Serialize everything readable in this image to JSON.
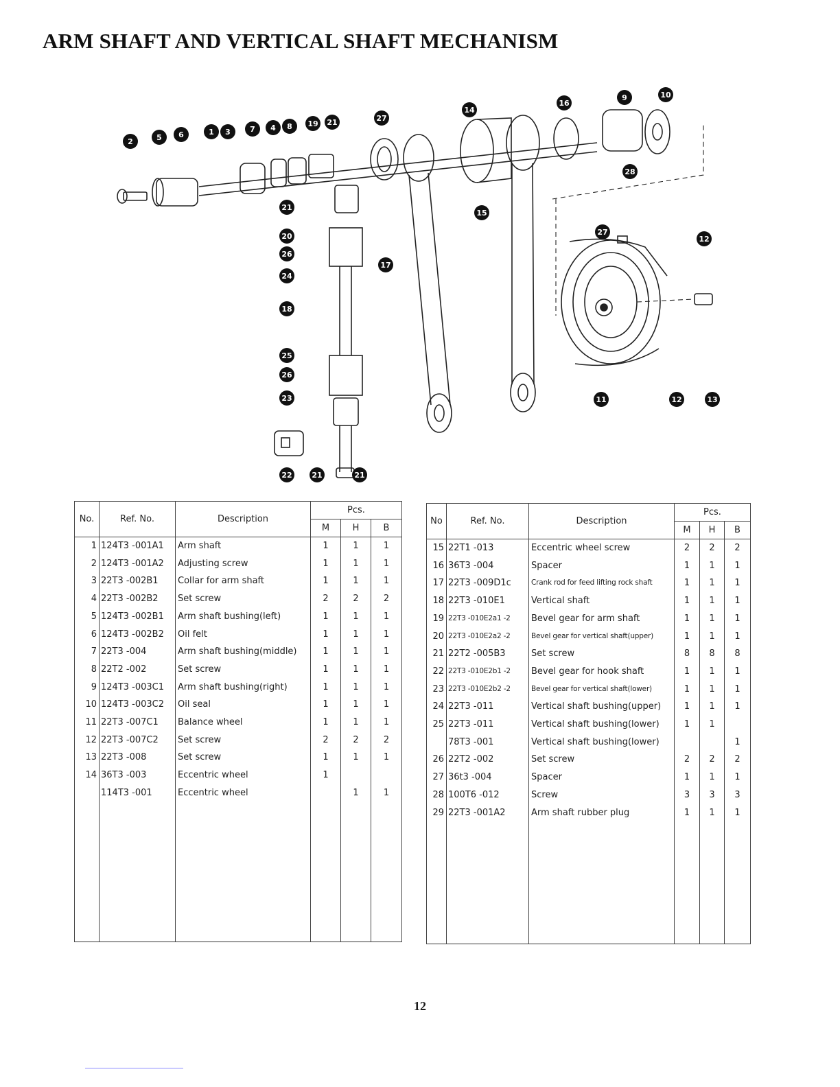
{
  "page": {
    "title": "ARM SHAFT AND VERTICAL SHAFT MECHANISM",
    "page_number": "12"
  },
  "figure": {
    "callouts": [
      "2",
      "5",
      "6",
      "1",
      "3",
      "7",
      "4",
      "8",
      "19",
      "21",
      "27",
      "14",
      "16",
      "9",
      "10",
      "28",
      "15",
      "21",
      "20",
      "26",
      "24",
      "17",
      "18",
      "25",
      "26",
      "23",
      "22",
      "21",
      "21",
      "27",
      "12",
      "11",
      "12",
      "13"
    ]
  },
  "table_headers": {
    "no": "No.",
    "no_right": "No",
    "ref": "Ref. No.",
    "description": "Description",
    "pcs": "Pcs.",
    "m": "M",
    "h": "H",
    "b": "B"
  },
  "parts_left": [
    {
      "no": "1",
      "ref": "124T3 -001A1",
      "desc": "Arm shaft",
      "m": "1",
      "h": "1",
      "b": "1"
    },
    {
      "no": "2",
      "ref": "124T3 -001A2",
      "desc": "Adjusting screw",
      "m": "1",
      "h": "1",
      "b": "1"
    },
    {
      "no": "3",
      "ref": "22T3 -002B1",
      "desc": "Collar for arm shaft",
      "m": "1",
      "h": "1",
      "b": "1"
    },
    {
      "no": "4",
      "ref": "22T3 -002B2",
      "desc": "Set screw",
      "m": "2",
      "h": "2",
      "b": "2"
    },
    {
      "no": "5",
      "ref": "124T3 -002B1",
      "desc": "Arm shaft bushing(left)",
      "m": "1",
      "h": "1",
      "b": "1"
    },
    {
      "no": "6",
      "ref": "124T3 -002B2",
      "desc": "Oil felt",
      "m": "1",
      "h": "1",
      "b": "1"
    },
    {
      "no": "7",
      "ref": "22T3 -004",
      "desc": "Arm shaft bushing(middle)",
      "m": "1",
      "h": "1",
      "b": "1"
    },
    {
      "no": "8",
      "ref": "22T2 -002",
      "desc": "Set screw",
      "m": "1",
      "h": "1",
      "b": "1"
    },
    {
      "no": "9",
      "ref": "124T3 -003C1",
      "desc": "Arm shaft bushing(right)",
      "m": "1",
      "h": "1",
      "b": "1"
    },
    {
      "no": "10",
      "ref": "124T3 -003C2",
      "desc": "Oil seal",
      "m": "1",
      "h": "1",
      "b": "1"
    },
    {
      "no": "11",
      "ref": "22T3 -007C1",
      "desc": "Balance wheel",
      "m": "1",
      "h": "1",
      "b": "1"
    },
    {
      "no": "12",
      "ref": "22T3 -007C2",
      "desc": "Set screw",
      "m": "2",
      "h": "2",
      "b": "2"
    },
    {
      "no": "13",
      "ref": "22T3 -008",
      "desc": "Set screw",
      "m": "1",
      "h": "1",
      "b": "1"
    },
    {
      "no": "14",
      "ref": "36T3 -003",
      "desc": "Eccentric wheel",
      "m": "1",
      "h": "",
      "b": ""
    },
    {
      "no": "",
      "ref": "114T3 -001",
      "desc": "Eccentric wheel",
      "m": "",
      "h": "1",
      "b": "1"
    }
  ],
  "parts_right": [
    {
      "no": "15",
      "ref": "22T1 -013",
      "desc": "Eccentric wheel screw",
      "m": "2",
      "h": "2",
      "b": "2"
    },
    {
      "no": "16",
      "ref": "36T3 -004",
      "desc": "Spacer",
      "m": "1",
      "h": "1",
      "b": "1"
    },
    {
      "no": "17",
      "ref": "22T3 -009D1c",
      "desc": "Crank rod for feed lifting rock shaft",
      "m": "1",
      "h": "1",
      "b": "1",
      "small": true
    },
    {
      "no": "18",
      "ref": "22T3 -010E1",
      "desc": "Vertical shaft",
      "m": "1",
      "h": "1",
      "b": "1"
    },
    {
      "no": "19",
      "ref": "22T3 -010E2a1 -2",
      "desc": "Bevel gear for arm shaft",
      "m": "1",
      "h": "1",
      "b": "1",
      "smallref": true
    },
    {
      "no": "20",
      "ref": "22T3 -010E2a2 -2",
      "desc": "Bevel gear for vertical shaft(upper)",
      "m": "1",
      "h": "1",
      "b": "1",
      "small": true,
      "smallref": true
    },
    {
      "no": "21",
      "ref": "22T2 -005B3",
      "desc": "Set screw",
      "m": "8",
      "h": "8",
      "b": "8"
    },
    {
      "no": "22",
      "ref": "22T3 -010E2b1 -2",
      "desc": "Bevel gear for hook shaft",
      "m": "1",
      "h": "1",
      "b": "1",
      "smallref": true
    },
    {
      "no": "23",
      "ref": "22T3 -010E2b2 -2",
      "desc": "Bevel gear for vertical shaft(lower)",
      "m": "1",
      "h": "1",
      "b": "1",
      "small": true,
      "smallref": true
    },
    {
      "no": "24",
      "ref": "22T3 -011",
      "desc": "Vertical shaft bushing(upper)",
      "m": "1",
      "h": "1",
      "b": "1"
    },
    {
      "no": "25",
      "ref": "22T3 -011",
      "desc": "Vertical shaft bushing(lower)",
      "m": "1",
      "h": "1",
      "b": ""
    },
    {
      "no": "",
      "ref": "78T3 -001",
      "desc": "Vertical shaft bushing(lower)",
      "m": "",
      "h": "",
      "b": "1"
    },
    {
      "no": "26",
      "ref": "22T2 -002",
      "desc": "Set screw",
      "m": "2",
      "h": "2",
      "b": "2"
    },
    {
      "no": "27",
      "ref": "36t3 -004",
      "desc": "Spacer",
      "m": "1",
      "h": "1",
      "b": "1"
    },
    {
      "no": "28",
      "ref": "100T6 -012",
      "desc": "Screw",
      "m": "3",
      "h": "3",
      "b": "3"
    },
    {
      "no": "29",
      "ref": "22T3 -001A2",
      "desc": "Arm shaft rubber plug",
      "m": "1",
      "h": "1",
      "b": "1"
    }
  ]
}
